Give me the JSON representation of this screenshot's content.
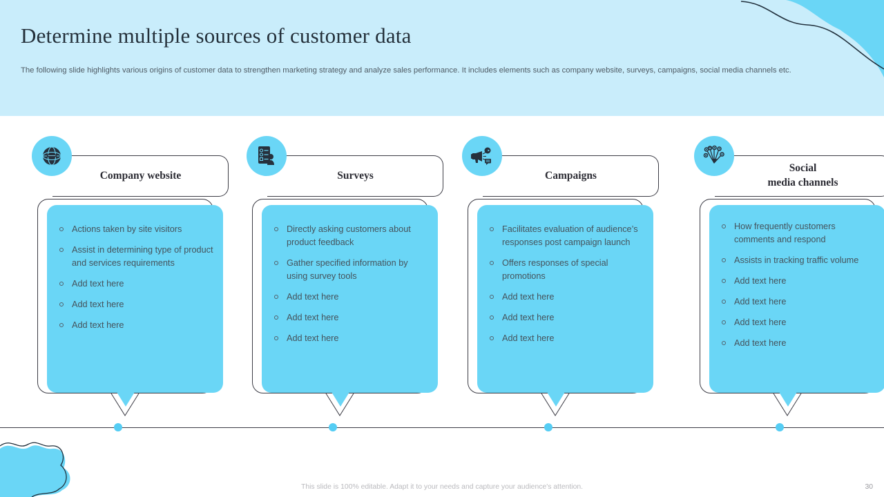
{
  "header": {
    "title": "Determine multiple sources of  customer data",
    "subtitle": "The following slide highlights various origins of customer data to strengthen marketing strategy and analyze  sales performance. It includes elements such as company website, surveys, campaigns, social media channels etc.",
    "band_color": "#c9edfb"
  },
  "theme": {
    "accent": "#6ad6f6",
    "outline": "#3b3b44",
    "text": "#45535c",
    "title_text": "#24303a",
    "dot": "#55cdf4"
  },
  "cards": [
    {
      "title": "Company website",
      "icon": "globe-icon",
      "bullets": [
        "Actions taken by site visitors",
        "Assist in determining type of product and services requirements",
        "Add text here",
        "Add text here",
        "Add text here"
      ]
    },
    {
      "title": "Surveys",
      "icon": "survey-clipboard-icon",
      "bullets": [
        "Directly asking customers about product feedback",
        "Gather specified information by using survey  tools",
        "Add text here",
        "Add text here",
        "Add text here"
      ]
    },
    {
      "title": "Campaigns",
      "icon": "megaphone-icon",
      "bullets": [
        "Facilitates evaluation  of audience’s responses post campaign launch",
        "Offers responses of special promotions",
        "Add text here",
        "Add text here",
        "Add text here"
      ]
    },
    {
      "title": "Social\nmedia channels",
      "icon": "social-network-icon",
      "bullets": [
        "How frequently  customers comments  and respond",
        "Assists in tracking traffic volume",
        "Add text here",
        "Add text here",
        "Add text here",
        "Add text here"
      ]
    }
  ],
  "footer": {
    "note": "This slide is 100% editable. Adapt it to your needs and capture your audience's attention.",
    "page_number": "30"
  }
}
